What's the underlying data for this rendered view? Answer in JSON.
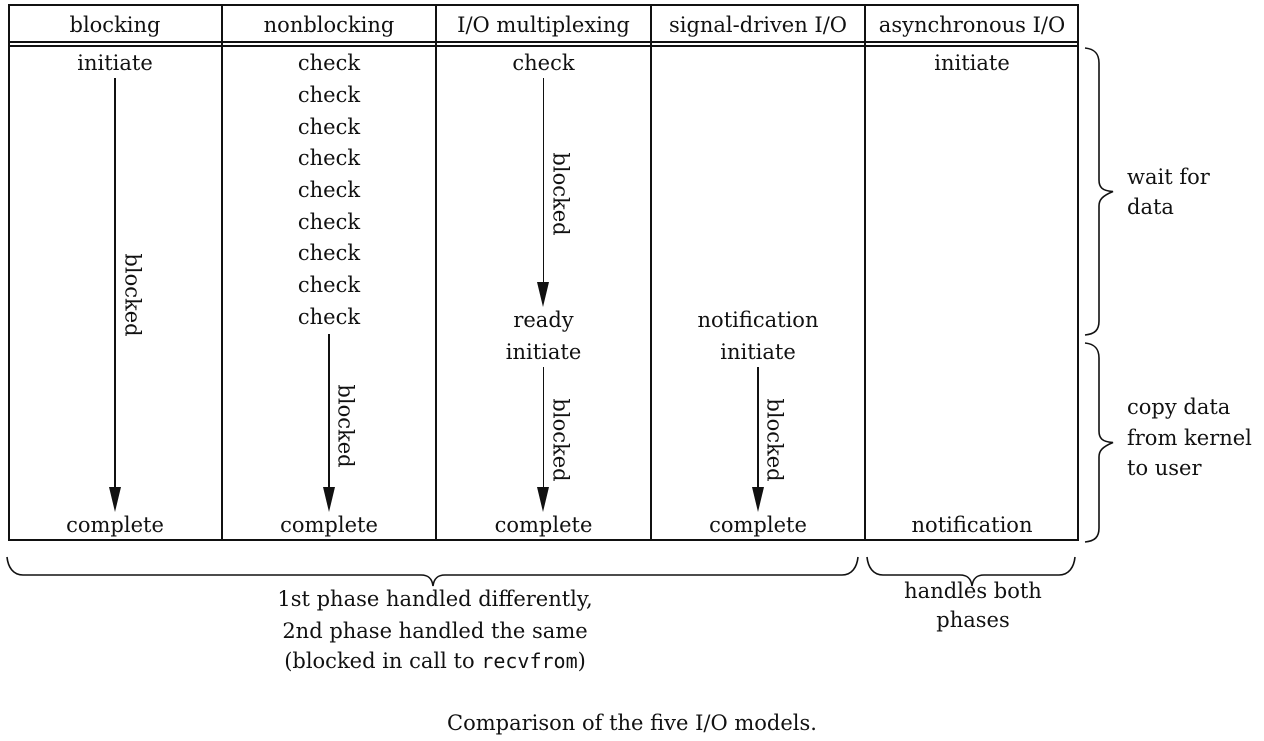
{
  "ink": "#111111",
  "header": {
    "cols": [
      "blocking",
      "nonblocking",
      "I/O multiplexing",
      "signal-driven I/O",
      "asynchronous I/O"
    ]
  },
  "cells": {
    "blocking": {
      "initiate": "initiate",
      "blocked": "blocked",
      "complete": "complete"
    },
    "nonblocking": {
      "checks": [
        "check",
        "check",
        "check",
        "check",
        "check",
        "check",
        "check",
        "check",
        "check"
      ],
      "blocked": "blocked",
      "complete": "complete"
    },
    "multiplexing": {
      "check": "check",
      "blocked_wait": "blocked",
      "ready": "ready",
      "initiate": "initiate",
      "blocked_copy": "blocked",
      "complete": "complete"
    },
    "signal_driven": {
      "notification": "notification",
      "initiate": "initiate",
      "blocked": "blocked",
      "complete": "complete"
    },
    "asynchronous": {
      "initiate": "initiate",
      "notification": "notification"
    }
  },
  "side": {
    "wait": [
      "wait for",
      "data"
    ],
    "copy": [
      "copy data",
      "from kernel",
      "to user"
    ]
  },
  "bottom": {
    "left": [
      "1st phase handled differently,",
      "2nd phase handled the same"
    ],
    "left3_prefix": "(blocked in call to ",
    "left3_code": "recvfrom",
    "left3_suffix": ")",
    "right": [
      "handles both",
      "phases"
    ]
  },
  "caption": "Comparison of the five I/O models."
}
